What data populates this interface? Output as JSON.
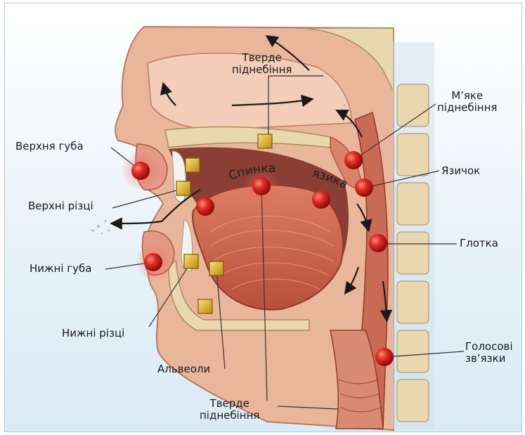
{
  "labels": {
    "hard_palate_top": "Тверде\nпіднебіння",
    "soft_palate": "М’яке\nпіднебіння",
    "upper_lip": "Верхня губа",
    "upper_incisors": "Верхні різці",
    "uvula": "Язичок",
    "pharynx": "Глотка",
    "lower_lip": "Нижні губа",
    "lower_incisors": "Нижні різці",
    "vocal_cords": "Голосові\nзв’язки",
    "alveoli": "Альвеоли",
    "hard_palate_bottom": "Тверде\nпіднебіння"
  },
  "tongue_caption": {
    "word1": "Спинка",
    "word2": "язика"
  },
  "colors": {
    "tissue": "#e3a98c",
    "muscle": "#c65a45",
    "bone": "#e9d7b0",
    "red_marker": "#d21f1f",
    "gold_marker": "#d9a617",
    "airflow": "#1a1a1a",
    "airflow_mist": "#7fb8d8"
  }
}
